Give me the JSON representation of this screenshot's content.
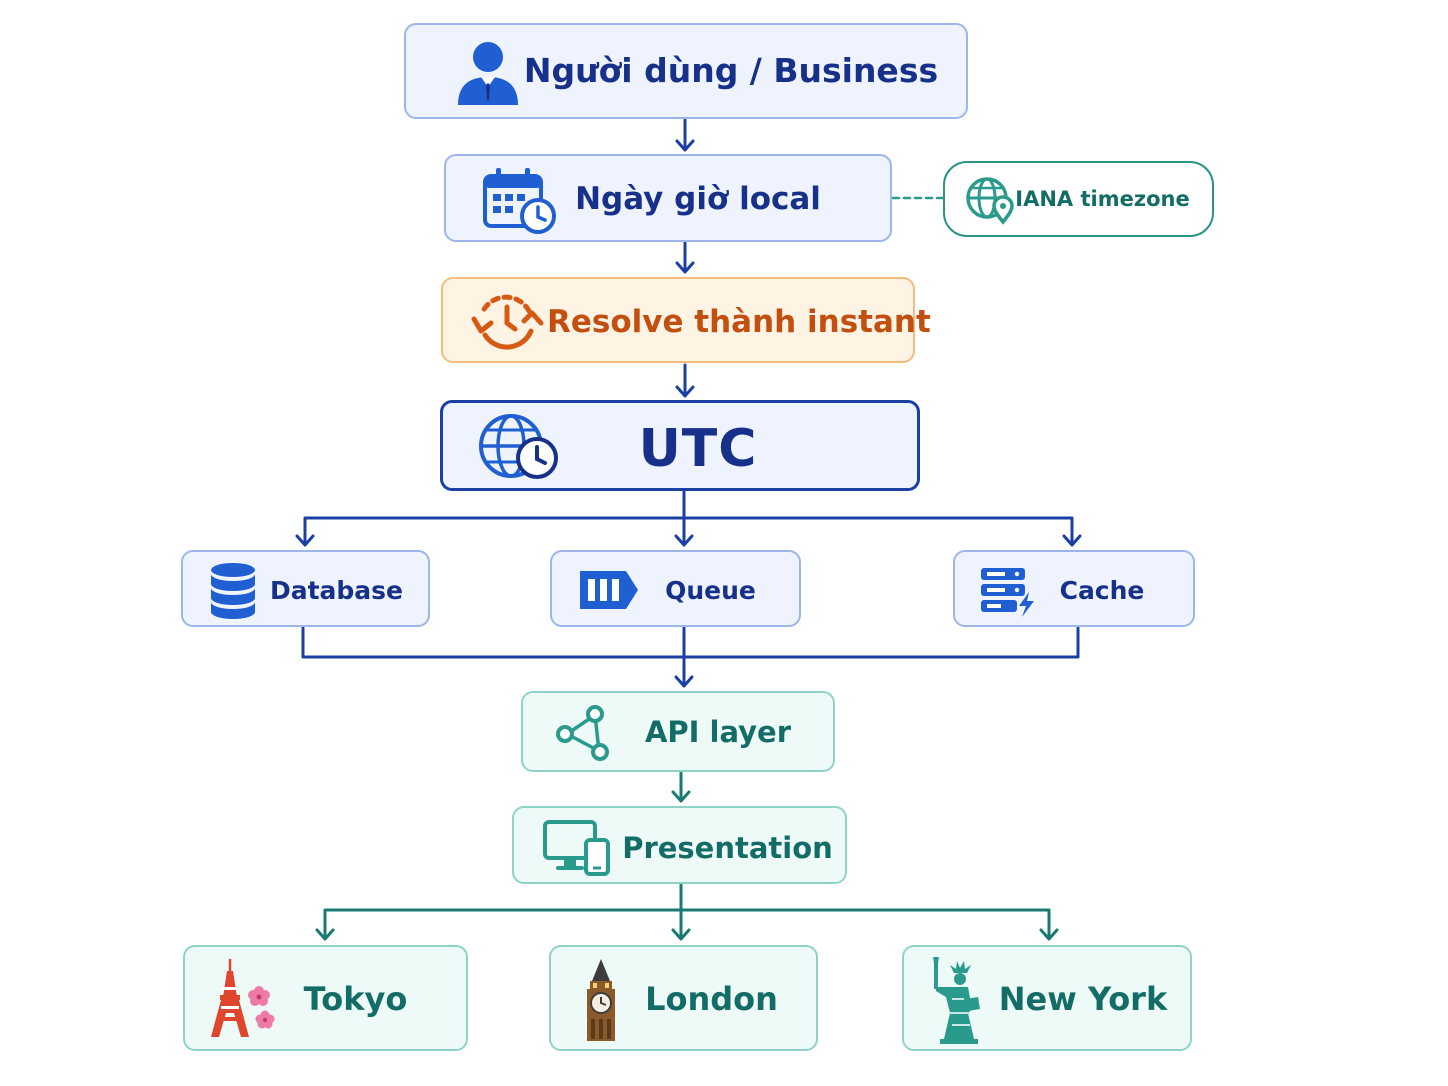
{
  "colors": {
    "blue_dark": "#17308a",
    "blue_icon": "#1f5fd1",
    "blue_line": "#1c3fa4",
    "orange": "#c24e10",
    "orange_icon": "#d65a14",
    "teal": "#136c66",
    "teal_icon": "#2a9a8c",
    "tokyo_red": "#e0452e",
    "sakura_pink": "#f07aa6",
    "bronze": "#8a5a2b"
  },
  "nodes": {
    "user": {
      "label": "Người dùng / Business",
      "icon": "person-icon"
    },
    "local": {
      "label": "Ngày giờ local",
      "icon": "calendar-clock-icon"
    },
    "iana": {
      "label": "IANA timezone",
      "icon": "globe-pin-icon"
    },
    "resolve": {
      "label": "Resolve thành instant",
      "icon": "clock-sync-icon"
    },
    "utc": {
      "label": "UTC",
      "icon": "globe-clock-icon"
    },
    "database": {
      "label": "Database",
      "icon": "database-icon"
    },
    "queue": {
      "label": "Queue",
      "icon": "queue-icon"
    },
    "cache": {
      "label": "Cache",
      "icon": "server-bolt-icon"
    },
    "api": {
      "label": "API layer",
      "icon": "share-nodes-icon"
    },
    "presentation": {
      "label": "Presentation",
      "icon": "devices-icon"
    },
    "tokyo": {
      "label": "Tokyo",
      "icon": "tokyo-tower-icon"
    },
    "london": {
      "label": "London",
      "icon": "big-ben-icon"
    },
    "newyork": {
      "label": "New York",
      "icon": "statue-of-liberty-icon"
    }
  }
}
